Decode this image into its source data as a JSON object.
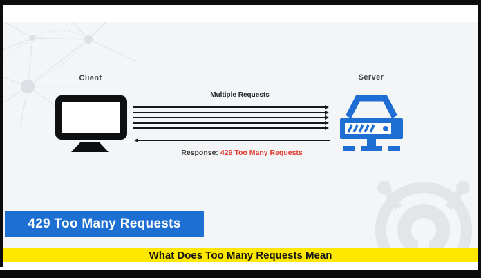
{
  "diagram": {
    "client_label": "Client",
    "server_label": "Server",
    "requests_label": "Multiple Requests",
    "request_line_count": 5,
    "response_prefix": "Response:",
    "response_status": "429 Too Many Requests"
  },
  "status_banner": {
    "label": "429 Too Many Requests"
  },
  "caption_bar": {
    "title": "What Does Too Many Requests Mean"
  },
  "icons": {
    "client": "monitor-icon",
    "server": "server-icon",
    "request_arrows": "arrowhead-right-icon",
    "response_arrow": "arrowhead-left-icon",
    "top_left": "network-graph-decoration",
    "bottom_right": "bug-logo-watermark"
  },
  "colors": {
    "frame_black": "#0c0c0c",
    "panel_gray": "#f4f5f7",
    "accent_blue": "#1d70d2",
    "server_blue": "#1e6ed4",
    "error_red": "#df372c",
    "highlight_yellow": "#ffe800",
    "icon_black": "#0e0f10",
    "watermark_gray": "#e3e5e8"
  }
}
